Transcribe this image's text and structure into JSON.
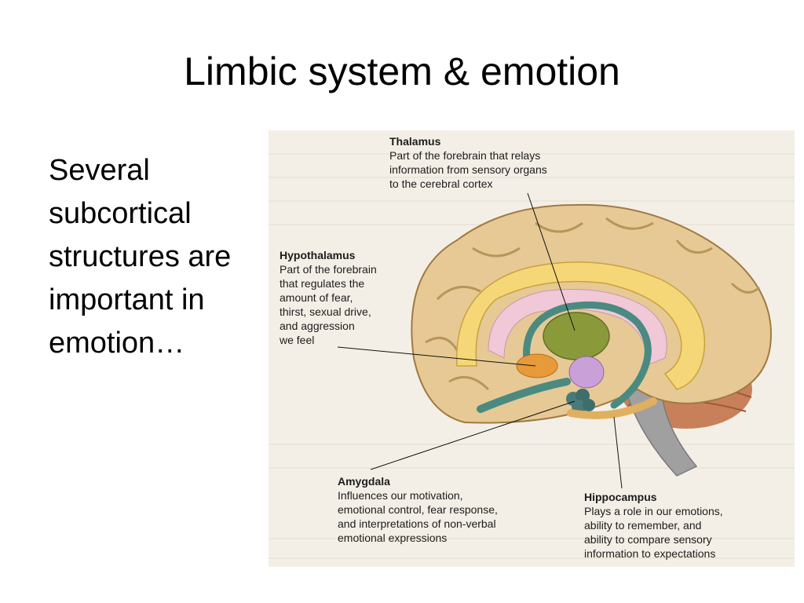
{
  "slide": {
    "title": "Limbic system & emotion",
    "bullet": "Several\nsubcortical\nstructures are\nimportant in\nemotion…"
  },
  "labels": {
    "thalamus": {
      "heading": "Thalamus",
      "text": "Part of the forebrain that relays\ninformation from sensory organs\nto the cerebral cortex"
    },
    "hypothalamus": {
      "heading": "Hypothalamus",
      "text": "Part of the forebrain\nthat regulates the\namount of fear,\nthirst, sexual drive,\nand aggression\nwe feel"
    },
    "amygdala": {
      "heading": "Amygdala",
      "text": "Influences our motivation,\nemotional control, fear response,\nand interpretations of non-verbal\nemotional expressions"
    },
    "hippocampus": {
      "heading": "Hippocampus",
      "text": "Plays a role in our emotions,\nability to remember, and\nability to compare sensory\ninformation to expectations"
    }
  },
  "colors": {
    "cortex": "#e6c995",
    "cortex_shadow": "#b8955a",
    "cingulate": "#f5d778",
    "fornix": "#4a8a80",
    "thalamus": "#8a9a3a",
    "hypothalamus": "#e89a3a",
    "amygdala": "#4a7a78",
    "cerebellum": "#c8805a",
    "brainstem": "#a0a0a0",
    "pink_region": "#f0c8d8"
  }
}
